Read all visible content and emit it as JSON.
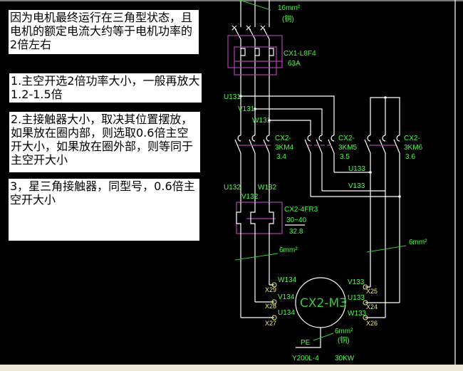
{
  "notes": [
    "因为电机最终运行在三角型状态，且电机的额定电流大约等于电机功率的2倍左右",
    "1.主空开选2倍功率大小，一般再放大1.2-1.5倍",
    "2.主接触器大小，取决其位置摆放，如果放在圈内部，则选取0.6倍主空开大小，如果放在圈外部，则等同于主空开大小",
    "3，星三角接触器，同型号，0.6倍主空开大小"
  ],
  "diagram": {
    "top_cable": "16mm²",
    "top_cable_note": "(铜)",
    "breaker": {
      "model": "CX1-L8F4",
      "rating": "63A"
    },
    "nodes_131": [
      "U131",
      "V131",
      "W131"
    ],
    "contactors": [
      {
        "model_l1": "CX2-",
        "model_l2": "3KM4",
        "ref": "3.4"
      },
      {
        "model_l1": "CX2-",
        "model_l2": "3KM5",
        "ref": "3.5"
      },
      {
        "model_l1": "CX2-",
        "model_l2": "3KM6",
        "ref": "3.6"
      }
    ],
    "nodes_133": [
      "U133",
      "V133"
    ],
    "nodes_132": [
      "U132",
      "V132",
      "W132"
    ],
    "relay": {
      "model": "CX2-4FR3",
      "range": "30~40",
      "setting": "32.8"
    },
    "cable_left": "6mm²",
    "cable_right": "6mm²",
    "motor": {
      "label": "CX2-M3",
      "model": "Y200L-4",
      "power": "30KW"
    },
    "motor_left_wires": [
      "W134",
      "V134",
      "U134"
    ],
    "motor_left_terminals": [
      "X29",
      "X28",
      "X27"
    ],
    "motor_right_wires": [
      "V133",
      "U133",
      "W133"
    ],
    "motor_right_terminals": [
      "X25",
      "X24",
      "X26"
    ],
    "pe_label": "PE",
    "pe_cable": "6mm²",
    "pe_cable_note": "(铜)"
  }
}
